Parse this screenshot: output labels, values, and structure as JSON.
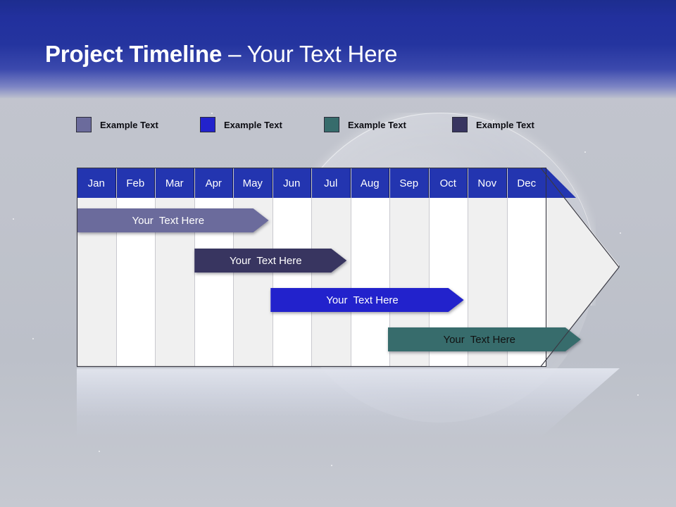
{
  "slide": {
    "title_bold": "Project Timeline",
    "title_rest": " – Your Text Here",
    "background_top_color": "#22309d",
    "background_body_color": "#c0c3cc"
  },
  "legend": {
    "items": [
      {
        "label": "Example Text",
        "color": "#6b6b9c"
      },
      {
        "label": "Example Text",
        "color": "#2222cc"
      },
      {
        "label": "Example Text",
        "color": "#376c6c"
      },
      {
        "label": "Example Text",
        "color": "#383560"
      }
    ]
  },
  "chart_data": {
    "type": "bar",
    "title": "Project Timeline",
    "xlabel": "",
    "ylabel": "",
    "grid": true,
    "legend_position": "top",
    "categories": [
      "Jan",
      "Feb",
      "Mar",
      "Apr",
      "May",
      "Jun",
      "Jul",
      "Aug",
      "Sep",
      "Oct",
      "Nov",
      "Dec"
    ],
    "header_color": "#2335b0",
    "header_text_color": "#ffffff",
    "column_fill_odd": "#f0f0f0",
    "column_fill_even": "#ffffff",
    "series": [
      {
        "name": "Example Text",
        "label": "Your  Text Here",
        "start_month": "Jan",
        "end_month": "Apr",
        "start_index": 0,
        "end_index": 3.9,
        "color": "#6b6b9c",
        "text_color": "#ffffff"
      },
      {
        "name": "Example Text",
        "label": "Your  Text Here",
        "start_month": "Apr",
        "end_month": "Jun",
        "start_index": 3.0,
        "end_index": 5.9,
        "color": "#383560",
        "text_color": "#ffffff"
      },
      {
        "name": "Example Text",
        "label": "Your  Text Here",
        "start_month": "Jun",
        "end_month": "Sep",
        "start_index": 4.95,
        "end_index": 8.9,
        "color": "#2222cc",
        "text_color": "#ffffff"
      },
      {
        "name": "Example Text",
        "label": "Your  Text Here",
        "start_month": "Sep",
        "end_month": "Dec",
        "start_index": 7.95,
        "end_index": 11.9,
        "color": "#376c6c",
        "text_color": "#111111"
      }
    ]
  }
}
